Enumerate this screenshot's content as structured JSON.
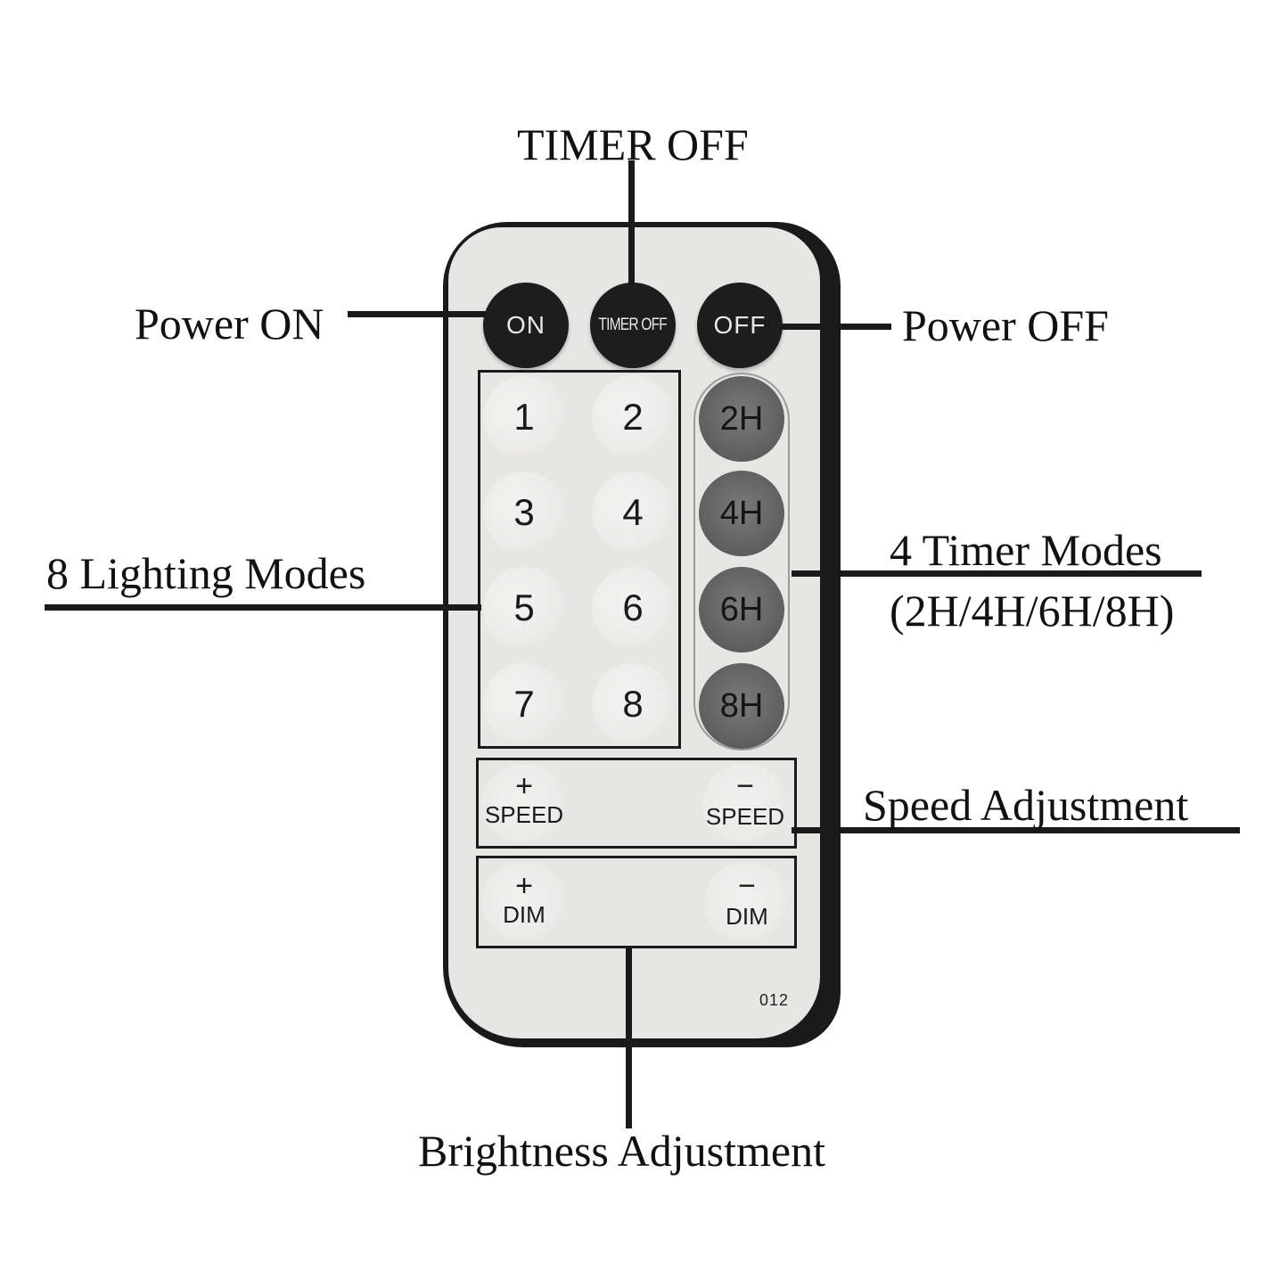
{
  "callouts": {
    "timer_off": "TIMER OFF",
    "power_on": "Power ON",
    "power_off": "Power OFF",
    "lighting_modes": "8 Lighting Modes",
    "timer_modes_line1": "4 Timer Modes",
    "timer_modes_line2": "(2H/4H/6H/8H)",
    "speed_adjustment": "Speed Adjustment",
    "brightness_adjustment": "Brightness Adjustment"
  },
  "remote": {
    "top_buttons": {
      "on": "ON",
      "timer_off": "TIMER OFF",
      "off": "OFF"
    },
    "mode_buttons": [
      "1",
      "2",
      "3",
      "4",
      "5",
      "6",
      "7",
      "8"
    ],
    "timer_buttons": [
      "2H",
      "4H",
      "6H",
      "8H"
    ],
    "speed": {
      "plus_sign": "+",
      "minus_sign": "−",
      "label": "SPEED"
    },
    "dim": {
      "plus_sign": "+",
      "minus_sign": "−",
      "label": "DIM"
    },
    "model": "012"
  },
  "colors": {
    "remote_body": "#1a1a1a",
    "remote_face": "#e6e6e4",
    "black_button": "#1d1d1d",
    "timer_button": "#5e5e5e"
  }
}
